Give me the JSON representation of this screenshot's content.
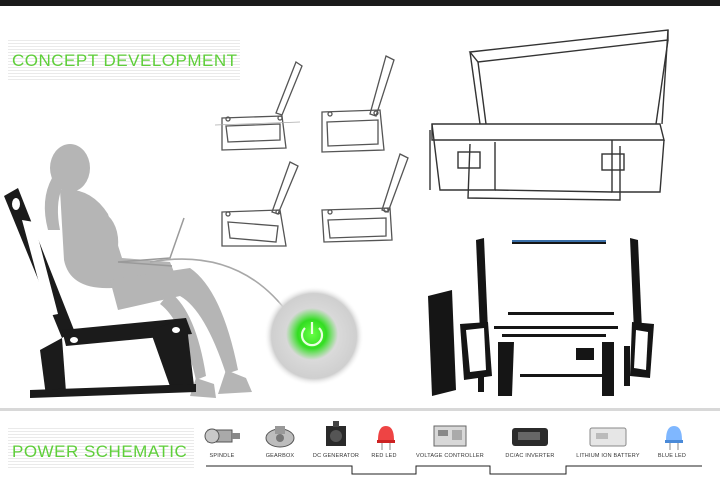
{
  "headings": {
    "concept": "CONCEPT DEVELOPMENT",
    "power": "POWER SCHEMATIC"
  },
  "components": [
    {
      "label": "SPINDLE",
      "icon": "spindle-icon"
    },
    {
      "label": "GEARBOX",
      "icon": "gearbox-icon"
    },
    {
      "label": "DC GENERATOR",
      "icon": "dc-generator-icon"
    },
    {
      "label": "RED LED",
      "icon": "red-led-icon"
    },
    {
      "label": "VOLTAGE CONTROLLER",
      "icon": "voltage-controller-icon"
    },
    {
      "label": "DC/AC INVERTER",
      "icon": "inverter-icon"
    },
    {
      "label": "LITHIUM ION BATTERY",
      "icon": "battery-icon"
    },
    {
      "label": "BLUE LED",
      "icon": "blue-led-icon"
    }
  ],
  "colors": {
    "accent": "#5fcf3a",
    "glow": "#33dd22",
    "silhouette": "#b5b5b5",
    "frame": "#1b1b1b"
  }
}
